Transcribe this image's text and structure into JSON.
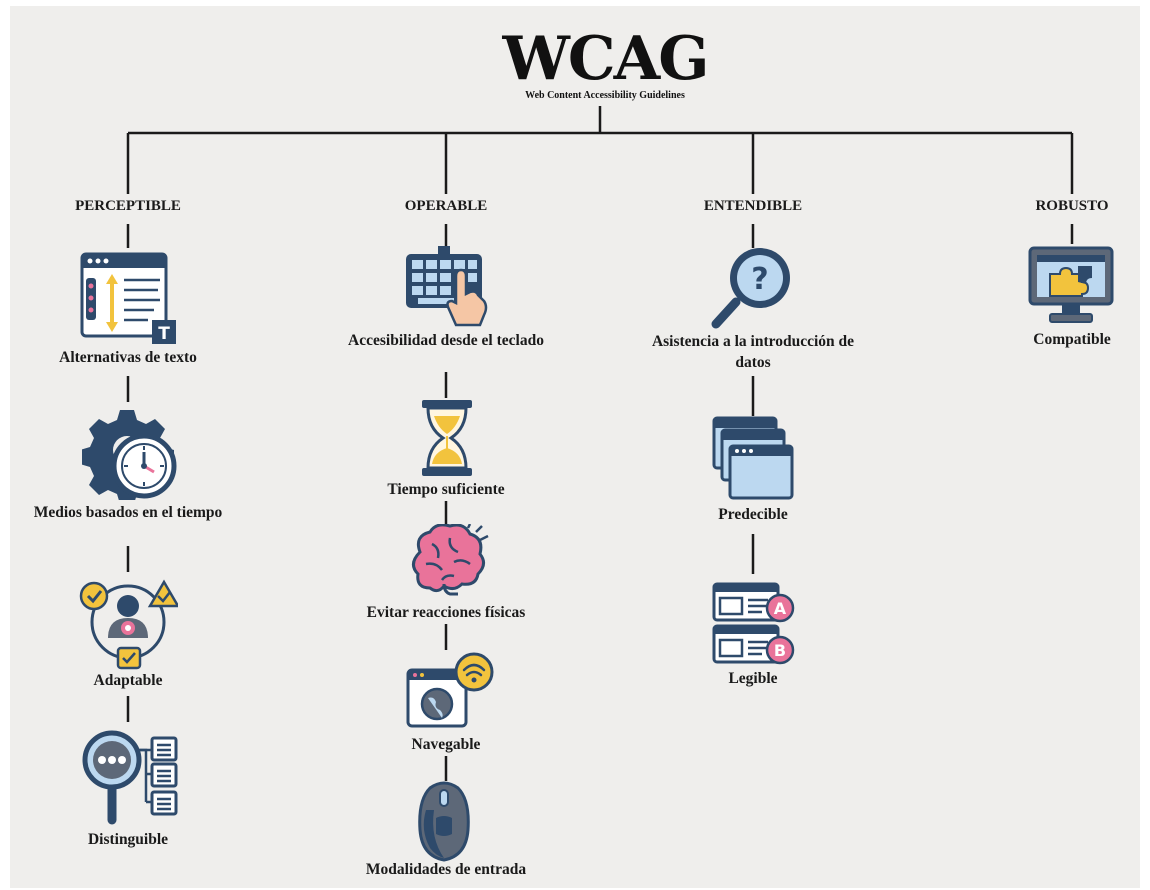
{
  "header": {
    "title": "WCAG",
    "subtitle": "Web Content Accessibility Guidelines"
  },
  "categories": [
    {
      "name": "PERCEPTIBLE",
      "items": [
        {
          "label": "Alternativas de texto",
          "icon": "document-text-icon"
        },
        {
          "label": "Medios basados en el tiempo",
          "icon": "gear-clock-icon"
        },
        {
          "label": "Adaptable",
          "icon": "adaptable-user-icon"
        },
        {
          "label": "Distinguible",
          "icon": "magnifier-list-icon"
        }
      ]
    },
    {
      "name": "OPERABLE",
      "items": [
        {
          "label": "Accesibilidad desde el teclado",
          "icon": "keyboard-hand-icon"
        },
        {
          "label": "Tiempo suficiente",
          "icon": "hourglass-icon"
        },
        {
          "label": "Evitar reacciones físicas",
          "icon": "brain-icon"
        },
        {
          "label": "Navegable",
          "icon": "browser-wifi-icon"
        },
        {
          "label": "Modalidades de entrada",
          "icon": "mouse-icon"
        }
      ]
    },
    {
      "name": "ENTENDIBLE",
      "items": [
        {
          "label": "Asistencia a la introducción de datos",
          "icon": "magnifier-question-icon"
        },
        {
          "label": "Predecible",
          "icon": "stacked-windows-icon"
        },
        {
          "label": "Legible",
          "icon": "windows-a-b-icon"
        }
      ]
    },
    {
      "name": "ROBUSTO",
      "items": [
        {
          "label": "Compatible",
          "icon": "monitor-puzzle-icon"
        }
      ]
    }
  ],
  "colors": {
    "navy": "#2e4a6b",
    "pink": "#e9739a",
    "yellow": "#f2c33d",
    "lightblue": "#bcd8f0",
    "gray": "#5d6878",
    "background": "#efeeec"
  }
}
